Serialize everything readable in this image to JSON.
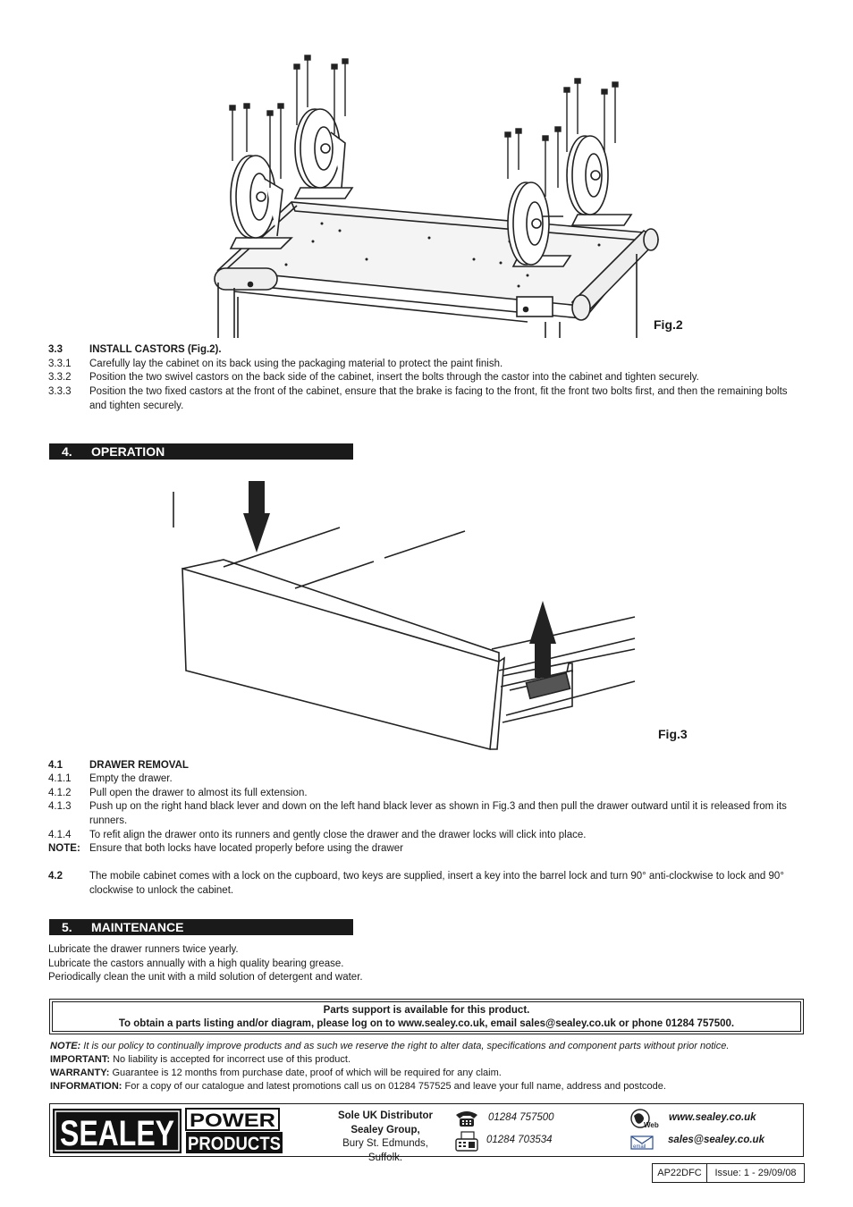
{
  "figures": {
    "fig2_label": "Fig.2",
    "fig3_label": "Fig.3"
  },
  "section3": {
    "heading": {
      "num": "3.3",
      "text": "INSTALL CASTORS (Fig.2)."
    },
    "steps": [
      {
        "num": "3.3.1",
        "text": "Carefully lay the cabinet on its back using the packaging material to protect the paint finish."
      },
      {
        "num": "3.3.2",
        "text": "Position the two swivel castors on the back side of the cabinet, insert the bolts through the castor into the cabinet and tighten securely."
      },
      {
        "num": "3.3.3",
        "text": "Position the two fixed castors at the front of the cabinet, ensure that the brake is facing to the front, fit the front two bolts first, and then the remaining bolts and tighten securely."
      }
    ]
  },
  "section4": {
    "title_num": "4.",
    "title": "OPERATION",
    "sub_heading": {
      "num": "4.1",
      "text": "DRAWER REMOVAL"
    },
    "steps": [
      {
        "num": "4.1.1",
        "text": "Empty the drawer."
      },
      {
        "num": "4.1.2",
        "text": "Pull open the drawer to almost its full extension."
      },
      {
        "num": "4.1.3",
        "text": "Push up on the right hand black lever and down on the left hand black lever as shown in Fig.3 and then pull the drawer outward until it is released from its runners."
      },
      {
        "num": "4.1.4",
        "text": "To refit align the drawer onto its runners and gently close the drawer and the drawer locks will click into place."
      },
      {
        "num": "NOTE:",
        "text": "Ensure that both locks have located properly before using the drawer"
      }
    ],
    "lock_step": {
      "num": "4.2",
      "text": "The mobile cabinet comes with a lock on the cupboard, two keys are supplied, insert a key into the barrel lock and turn 90° anti-clockwise to lock and 90° clockwise to unlock the cabinet."
    }
  },
  "section5": {
    "title_num": "5.",
    "title": "MAINTENANCE",
    "lines": [
      "Lubricate the drawer runners twice yearly.",
      "Lubricate the castors annually with a high quality bearing grease.",
      "Periodically clean the unit with a mild solution of detergent and water."
    ]
  },
  "parts_box": {
    "line1": "Parts support is available for this product.",
    "line2": "To obtain a parts listing and/or diagram, please log on to www.sealey.co.uk, email sales@sealey.co.uk or phone 01284 757500."
  },
  "notes": {
    "note_label": "NOTE:",
    "note_text": "It is our policy to continually improve products and as such we reserve the right to alter data, specifications and component parts without prior notice.",
    "important_label": "IMPORTANT:",
    "important_text": "No liability is accepted for incorrect use of this product.",
    "warranty_label": "WARRANTY:",
    "warranty_text": "Guarantee is 12 months from purchase date, proof of which will be required for any claim.",
    "information_label": "INFORMATION:",
    "information_text": "For a copy of our catalogue and latest promotions call us on 01284 757525 and leave your full name, address and postcode."
  },
  "footer": {
    "logo_sealey": "SEALEY",
    "logo_power": "POWER",
    "logo_products": "PRODUCTS",
    "distributor_label": "Sole UK Distributor",
    "distributor_name": "Sealey Group,",
    "distributor_address": "Bury St. Edmunds, Suffolk.",
    "phone": "01284 757500",
    "fax": "01284 703534",
    "web_icon_text": "Web",
    "email_icon_text": "email",
    "web": "www.sealey.co.uk",
    "email": "sales@sealey.co.uk",
    "model": "AP22DFC",
    "issue": "Issue: 1 - 29/09/08"
  }
}
